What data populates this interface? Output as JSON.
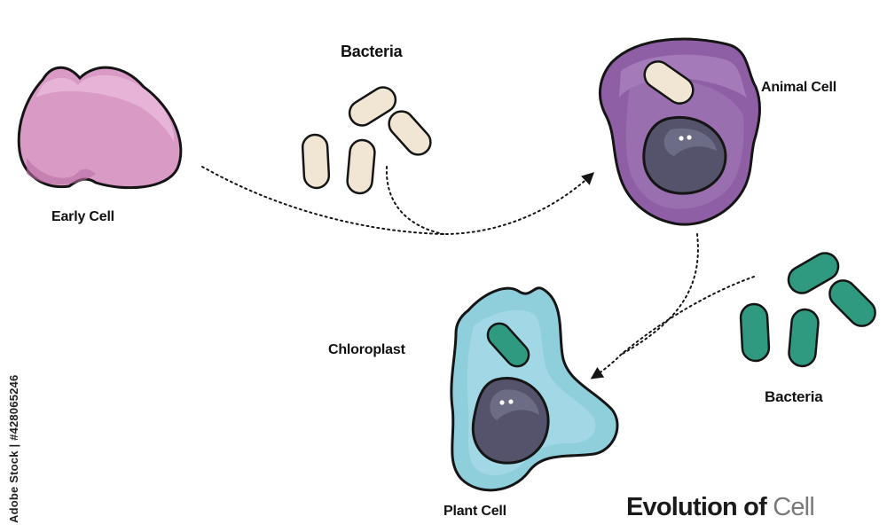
{
  "labels": {
    "early_cell": "Early Cell",
    "bacteria_top": "Bacteria",
    "animal_cell": "Animal Cell",
    "chloroplast": "Chloroplast",
    "plant_cell": "Plant Cell",
    "bacteria_bottom": "Bacteria"
  },
  "title": {
    "part1": "Evolution of",
    "part2": "Cell"
  },
  "watermark": "Adobe Stock | #428065246",
  "colors": {
    "early_cell": "#d99ac5",
    "animal_cell": "#8f5fa6",
    "plant_cell": "#8fcfdc",
    "nucleus": "#54536b",
    "bacteria_beige": "#f1e6d3",
    "bacteria_green": "#2f9a80",
    "outline": "#151515"
  }
}
